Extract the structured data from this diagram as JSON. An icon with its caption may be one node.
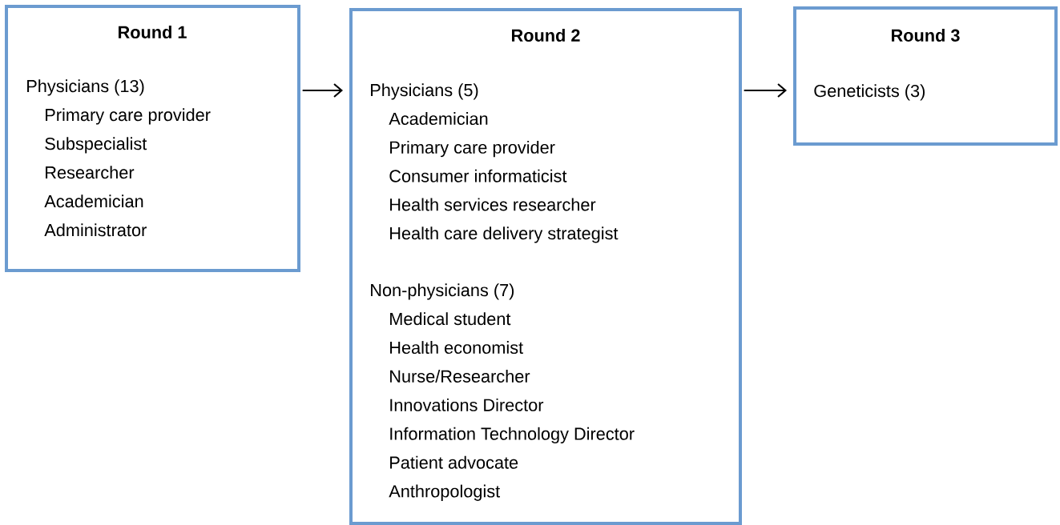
{
  "diagram": {
    "nodes": [
      {
        "text": [
          "Round 1",
          "Physicians (13)",
          "Primary care provider",
          "Subspecialist",
          "Researcher",
          "Academician",
          "Administrator"
        ]
      },
      {
        "text": [
          "Round 2",
          "Physicians (5)",
          "Academician",
          "Primary care provider",
          "Consumer informaticist",
          "Health services researcher",
          "Health care delivery strategist",
          "Non-physicians (7)",
          "Medical student",
          "Health economist",
          "Nurse/Researcher",
          "Innovations Director",
          "Information Technology Director",
          "Patient advocate",
          "Anthropologist"
        ]
      },
      {
        "text": [
          "Round 3",
          "Geneticists (3)"
        ]
      }
    ],
    "edges": [
      {
        "from": 0,
        "to": 1,
        "arrow": "to"
      },
      {
        "from": 1,
        "to": 2,
        "arrow": "to"
      }
    ]
  }
}
